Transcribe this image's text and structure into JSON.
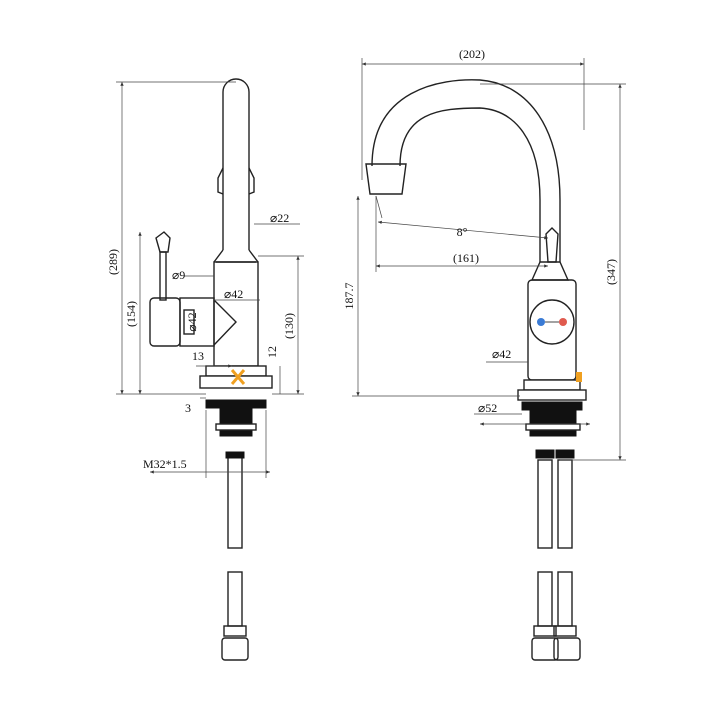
{
  "side_view": {
    "height_total": "(289)",
    "height_154": "(154)",
    "height_130": "(130)",
    "dia_spout": "22",
    "dia_handle": "9",
    "dia_body": "42",
    "dia_side": "42",
    "dim_13": "13",
    "dim_12": "12",
    "dim_3": "3",
    "thread": "M32*1.5"
  },
  "front_view": {
    "width_reach": "(202)",
    "angle": "8°",
    "reach_161": "(161)",
    "height_187": "187.7",
    "height_total": "(347)",
    "dia_body": "42",
    "dia_base": "52"
  },
  "colors": {
    "hot": "#e05a4e",
    "cold": "#3a7bd5",
    "accent": "#f0a020"
  }
}
